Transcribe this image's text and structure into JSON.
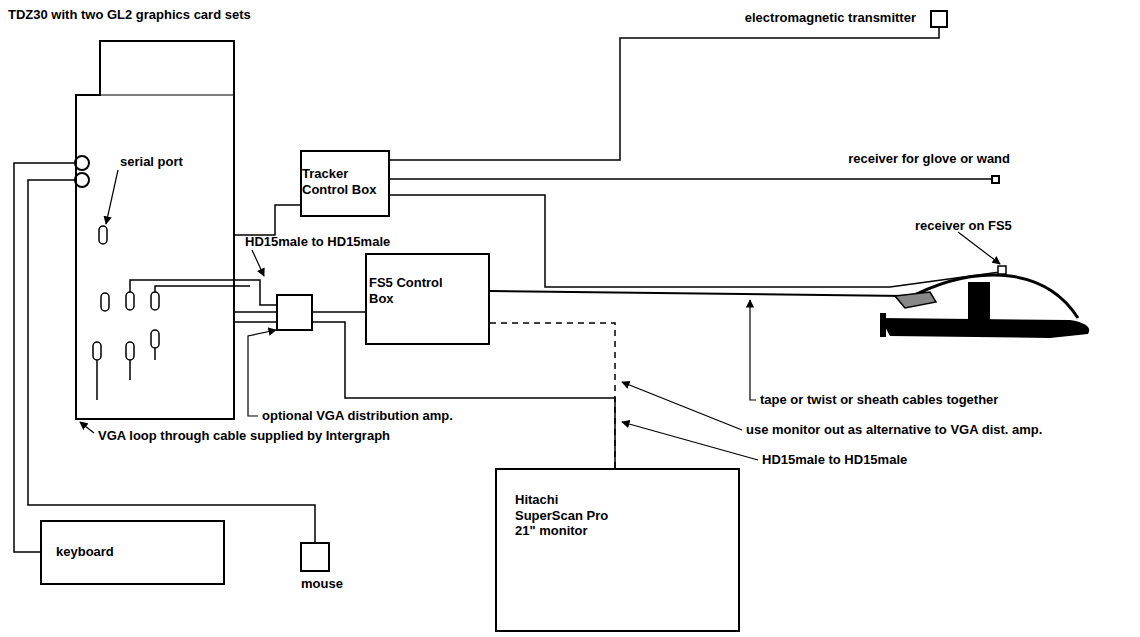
{
  "diagram": {
    "nodes": [
      {
        "text": [
          "TDZ30 with two GL2 graphics card sets"
        ]
      },
      {
        "text": [
          "Tracker Control Box"
        ]
      },
      {
        "text": [
          "FS5 Control Box"
        ]
      },
      {
        "text": [
          "electromagnetic transmitter"
        ]
      },
      {
        "text": [
          "receiver for glove or wand"
        ]
      },
      {
        "text": [
          "keyboard"
        ]
      },
      {
        "text": [
          "mouse"
        ]
      },
      {
        "text": [
          "Hitachi SuperScan Pro 21\" monitor"
        ]
      }
    ],
    "edges": [
      {
        "from": 0,
        "to": 1,
        "arrow": "none"
      },
      {
        "from": 1,
        "to": 3,
        "arrow": "none"
      },
      {
        "from": 1,
        "to": 4,
        "arrow": "none"
      },
      {
        "from": 0,
        "to": 5,
        "arrow": "none"
      },
      {
        "from": 0,
        "to": 6,
        "arrow": "none"
      },
      {
        "from": 0,
        "to": 2,
        "arrow": "none"
      },
      {
        "from": 2,
        "to": 7,
        "arrow": "none"
      },
      {
        "from": 0,
        "to": 7,
        "arrow": "none"
      }
    ],
    "labels": [
      "serial port",
      "HD15male to HD15male",
      "optional VGA distribution amp.",
      "VGA loop through cable supplied by Intergraph",
      "receiver on FS5",
      "tape or twist or sheath cables together",
      "use monitor out as alternative to VGA dist. amp.",
      "HD15male to HD15male"
    ]
  }
}
